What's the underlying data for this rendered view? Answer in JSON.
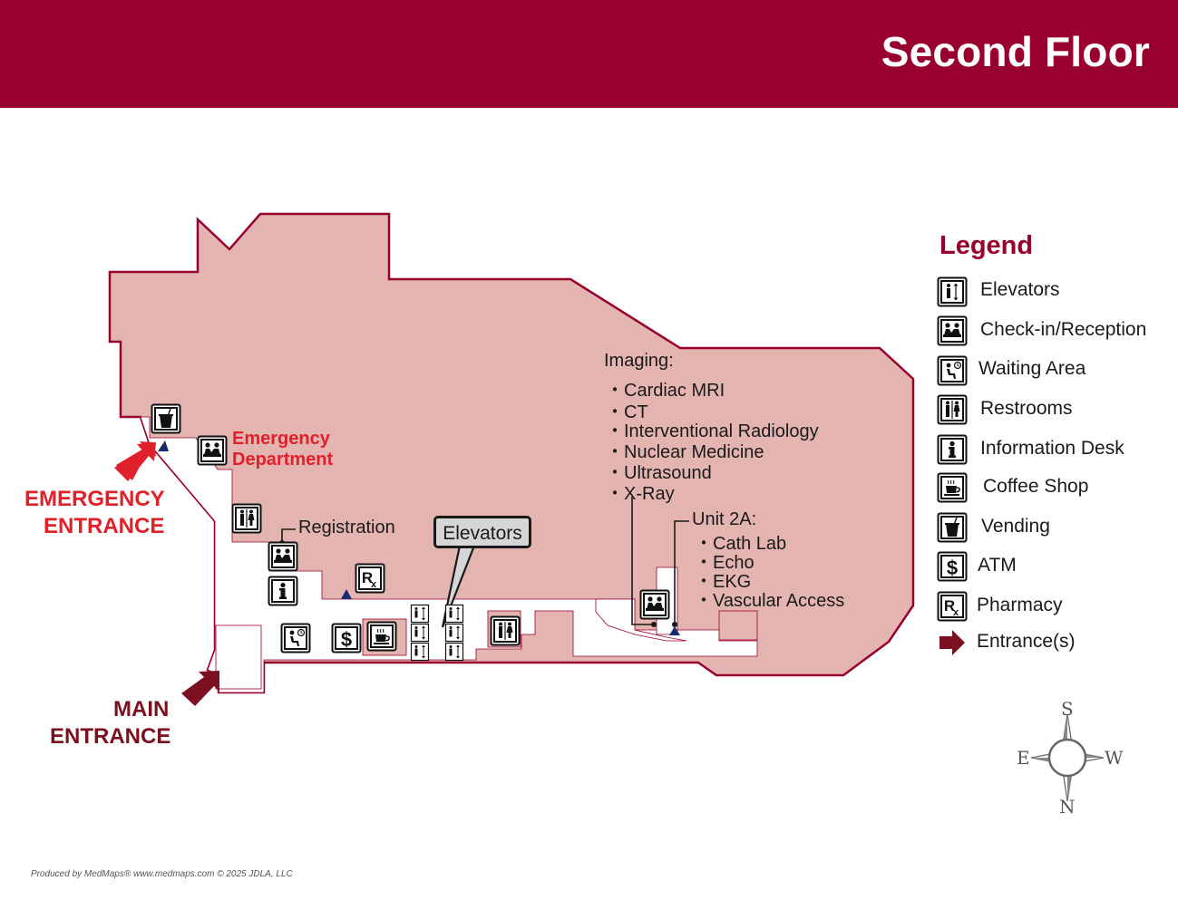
{
  "header": {
    "title": "Second Floor"
  },
  "labels": {
    "emergency_department": [
      "Emergency",
      "Department"
    ],
    "emergency_entrance": [
      "EMERGENCY",
      "ENTRANCE"
    ],
    "main_entrance": [
      "MAIN",
      "ENTRANCE"
    ],
    "registration": "Registration",
    "elevators_callout": "Elevators",
    "imaging_title": "Imaging:",
    "imaging_items": [
      "Cardiac MRI",
      "CT",
      "Interventional Radiology",
      "Nuclear Medicine",
      "Ultrasound",
      "X-Ray"
    ],
    "unit_title": "Unit 2A:",
    "unit_items": [
      "Cath Lab",
      "Echo",
      "EKG",
      "Vascular Access"
    ]
  },
  "legend": {
    "title": "Legend",
    "items": [
      {
        "label": "Elevators",
        "icon": "elevator-icon"
      },
      {
        "label": "Check-in/Reception",
        "icon": "check-in-icon"
      },
      {
        "label": "Waiting Area",
        "icon": "waiting-area-icon"
      },
      {
        "label": "Restrooms",
        "icon": "restroom-icon"
      },
      {
        "label": "Information Desk",
        "icon": "information-icon"
      },
      {
        "label": "Coffee Shop",
        "icon": "coffee-icon"
      },
      {
        "label": "Vending",
        "icon": "vending-icon"
      },
      {
        "label": "ATM",
        "icon": "atm-icon"
      },
      {
        "label": "Pharmacy",
        "icon": "pharmacy-icon"
      },
      {
        "label": "Entrance(s)",
        "icon": "entrance-arrow-icon"
      }
    ]
  },
  "compass": {
    "north": "N",
    "south": "S",
    "east": "E",
    "west": "W"
  },
  "footer": {
    "credit": "Produced by MedMaps®  www.medmaps.com  © 2025 JDLA, LLC"
  },
  "colors": {
    "brand": "#98002e",
    "floor_fill": "#e4b4b0",
    "corridor": "#ffffff",
    "emergency_red": "#e0202a",
    "main_entrance": "#7a1020",
    "you_are_here": "#1a2a6e"
  }
}
